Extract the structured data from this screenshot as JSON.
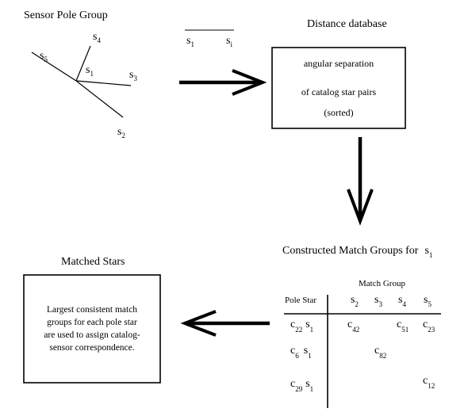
{
  "pole_group": {
    "title": "Sensor Pole Group",
    "labels": {
      "s5": "s",
      "s5_sub": "5",
      "s4": "s",
      "s4_sub": "4",
      "s1": "s",
      "s1_sub": "1",
      "s3": "s",
      "s3_sub": "3",
      "s2": "s",
      "s2_sub": "2"
    }
  },
  "pair": {
    "a": "s",
    "a_sub": "1",
    "b": "s",
    "b_sub": "i"
  },
  "database": {
    "title": "Distance database",
    "line1": "angular separation",
    "line2": "of catalog star pairs",
    "line3": "(sorted)"
  },
  "match_groups": {
    "title": "Constructed Match Groups for",
    "title_var": "s",
    "title_var_sub": "1",
    "header_group": "Match Group",
    "header_pole": "Pole Star",
    "columns": [
      {
        "v": "s",
        "sub": "2"
      },
      {
        "v": "s",
        "sub": "3"
      },
      {
        "v": "s",
        "sub": "4"
      },
      {
        "v": "s",
        "sub": "5"
      }
    ],
    "rows": [
      {
        "pole": {
          "c": "c",
          "c_sub": "22",
          "s": "s",
          "s_sub": "1"
        },
        "cells": [
          {
            "c": "c",
            "sub": "42"
          },
          null,
          {
            "c": "c",
            "sub": "51"
          },
          {
            "c": "c",
            "sub": "23"
          }
        ]
      },
      {
        "pole": {
          "c": "c",
          "c_sub": "6",
          "s": "s",
          "s_sub": "1"
        },
        "cells": [
          null,
          {
            "c": "c",
            "sub": "82"
          },
          null,
          null
        ]
      },
      {
        "pole": {
          "c": "c",
          "c_sub": "29",
          "s": "s",
          "s_sub": "1"
        },
        "cells": [
          null,
          null,
          null,
          {
            "c": "c",
            "sub": "12"
          }
        ]
      }
    ]
  },
  "matched": {
    "title": "Matched Stars",
    "line1": "Largest consistent match",
    "line2": "groups for each pole star",
    "line3": "are used to assign catalog-",
    "line4": "sensor correspondence."
  }
}
